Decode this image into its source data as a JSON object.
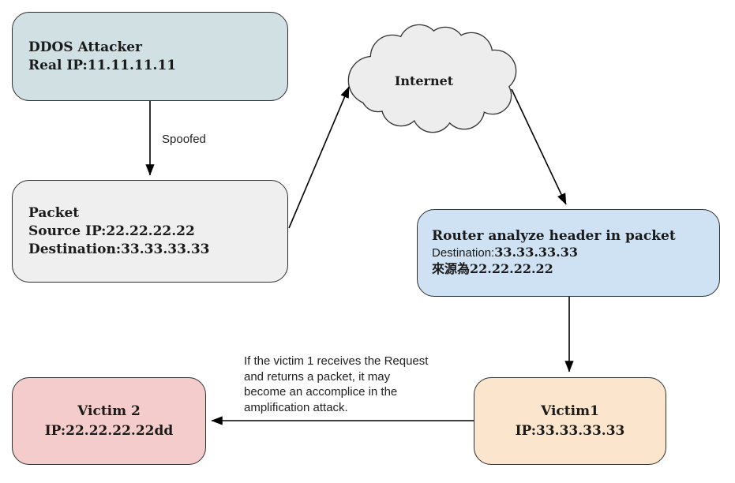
{
  "diagram": {
    "nodes": {
      "attacker": {
        "title": "DDOS Attacker",
        "subtitle": "Real IP:11.11.11.11",
        "fill": "#d0e0e3"
      },
      "packet": {
        "title": "Packet",
        "source_line": "Source IP:22.22.22.22",
        "destination_line": "Destination:33.33.33.33",
        "fill": "#efefef"
      },
      "internet": {
        "label": "Internet",
        "fill": "#ededed"
      },
      "router": {
        "title": "Router analyze header in packet",
        "destination_label": "Destination:",
        "destination_value": "33.33.33.33",
        "source_label": "來源為",
        "source_value": "22.22.22.22",
        "fill": "#cfe2f3"
      },
      "victim1": {
        "title": "Victim1",
        "subtitle": "IP:33.33.33.33",
        "fill": "#fce5cd"
      },
      "victim2": {
        "title": "Victim 2",
        "subtitle": "IP:22.22.22.22dd",
        "fill": "#f4cccc"
      }
    },
    "labels": {
      "spoofed": "Spoofed",
      "note": "If the victim 1 receives the Request\nand returns a packet, it may\nbecome an accomplice in the\namplification attack."
    },
    "colors": {
      "box_border": "#2f2f2f",
      "arrow": "#000000"
    }
  }
}
